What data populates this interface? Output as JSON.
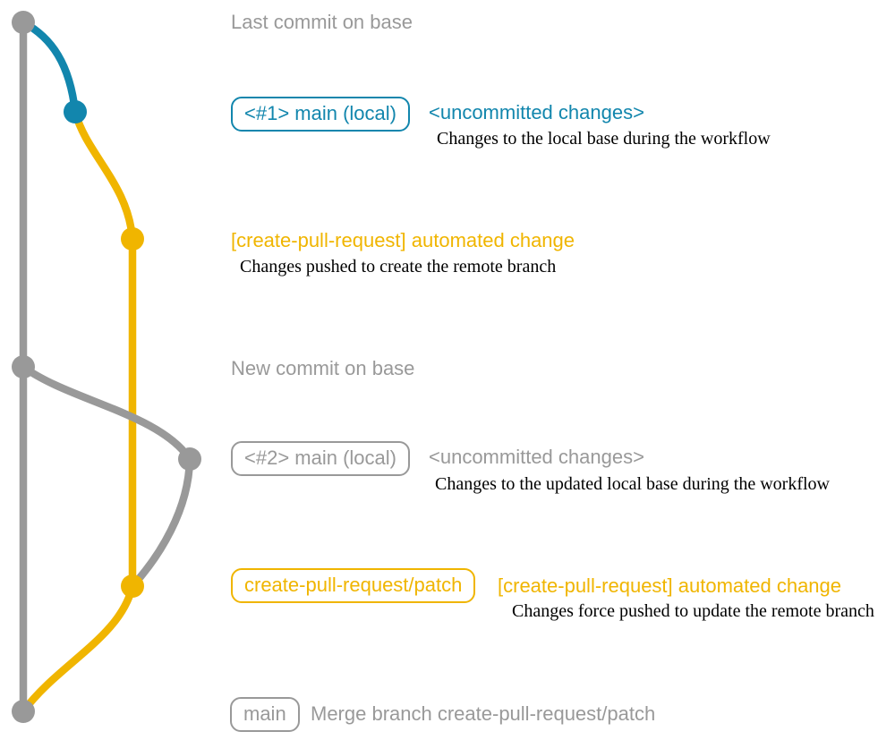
{
  "colors": {
    "gray": "#999999",
    "blue": "#1286ad",
    "yellow": "#f0b500",
    "black": "#000000"
  },
  "rows": {
    "row1": {
      "label": "Last commit on base"
    },
    "row2": {
      "badge": "<#1> main (local)",
      "note": "<uncommitted changes>",
      "desc": "Changes to the local base during the workflow"
    },
    "row3": {
      "label": "[create-pull-request] automated change",
      "desc": "Changes pushed to create the remote branch"
    },
    "row4": {
      "label": "New commit on base"
    },
    "row5": {
      "badge": "<#2> main (local)",
      "note": "<uncommitted changes>",
      "desc": "Changes to the updated local base during the workflow"
    },
    "row6": {
      "badge": "create-pull-request/patch",
      "label": "[create-pull-request] automated change",
      "desc": "Changes force pushed to update the remote branch"
    },
    "row7": {
      "badge": "main",
      "label": "Merge branch create-pull-request/patch"
    }
  }
}
